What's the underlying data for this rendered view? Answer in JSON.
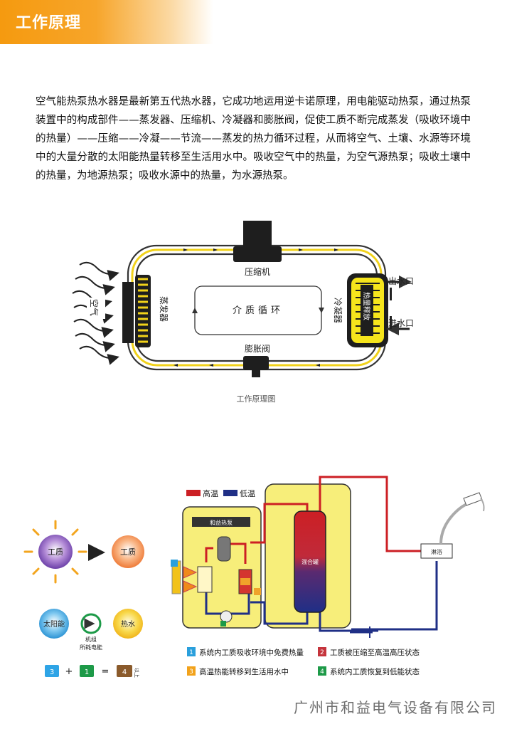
{
  "header": {
    "title": "工作原理"
  },
  "intro_text": "空气能热泵热水器是最新第五代热水器，它成功地运用逆卡诺原理，用电能驱动热泵，通过热泵装置中的构成部件——蒸发器、压缩机、冷凝器和膨胀阀，促使工质不断完成蒸发（吸收环境中的热量）——压缩——冷凝——节流——蒸发的热力循环过程，从而将空气、土壤、水源等环境中的大量分散的太阳能热量转移至生活用水中。吸收空气中的热量，为空气源热泵；吸收土壤中的热量，为地源热泵；吸收水源中的热量，为水源热泵。",
  "diagram1": {
    "air": "空气",
    "evaporator": "蒸发器",
    "compressor": "压缩机",
    "condenser": "冷凝器",
    "expansion_valve": "膨胀阀",
    "cycle": "介质循环",
    "heat_release": "热量释放",
    "water_out": "出水口",
    "water_in": "进水口",
    "caption": "工作原理图"
  },
  "diagram2": {
    "legend_high": "高温",
    "legend_low": "低温",
    "color_high": "#cc1f24",
    "color_low": "#1f2f86",
    "brand": "和益热泵",
    "tank": "混合罐",
    "shower": "淋浴",
    "medium": "工质",
    "solar": "太阳能",
    "hot_water": "热水",
    "machine_power_line1": "机组",
    "machine_power_line2": "所耗电能",
    "eq_a": "3",
    "eq_b": "1",
    "eq_c": "4",
    "eq_plus": "+",
    "eq_equals": "=",
    "eq_suffix": "以上",
    "steps": [
      {
        "num": "1",
        "text": "系统内工质吸收环境中免费热量",
        "color": "#2a9fdc"
      },
      {
        "num": "2",
        "text": "工质被压缩至高温高压状态",
        "color": "#c5343c"
      },
      {
        "num": "3",
        "text": "高温热能转移到生活用水中",
        "color": "#f2a21b"
      },
      {
        "num": "4",
        "text": "系统内工质恢复到低能状态",
        "color": "#1d9a48"
      }
    ]
  },
  "footer": {
    "company": "广州市和益电气设备有限公司"
  }
}
